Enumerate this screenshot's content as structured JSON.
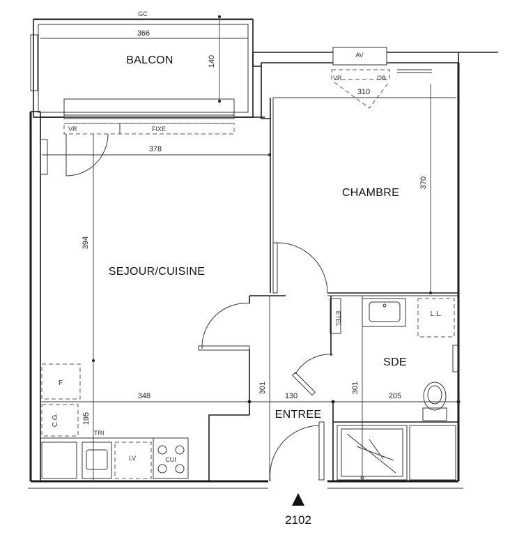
{
  "rooms": {
    "balcon": "BALCON",
    "sejour": "SEJOUR/CUISINE",
    "chambre": "CHAMBRE",
    "sde": "SDE",
    "entree": "ENTREE"
  },
  "dimensions": {
    "gc": "GC",
    "balcon_width": "366",
    "balcon_depth": "140",
    "sejour_width": "378",
    "sejour_depth": "394",
    "chambre_width": "310",
    "chambre_depth": "370",
    "cuisine_width": "348",
    "entree_width": "130",
    "sde_width": "205",
    "entree_depth_left": "301",
    "entree_depth_right": "301",
    "cuisine_depth": "195"
  },
  "labels": {
    "av": "AV",
    "vr_chambre": "VR",
    "ob": "OB",
    "vr_sejour": "VR",
    "fixe": "FIXE",
    "etel": "ETEL",
    "ll": "L.L.",
    "f": "F",
    "cg": "C.G.",
    "tri": "TRI",
    "cui": "CUI"
  },
  "apartment_number": "2102"
}
